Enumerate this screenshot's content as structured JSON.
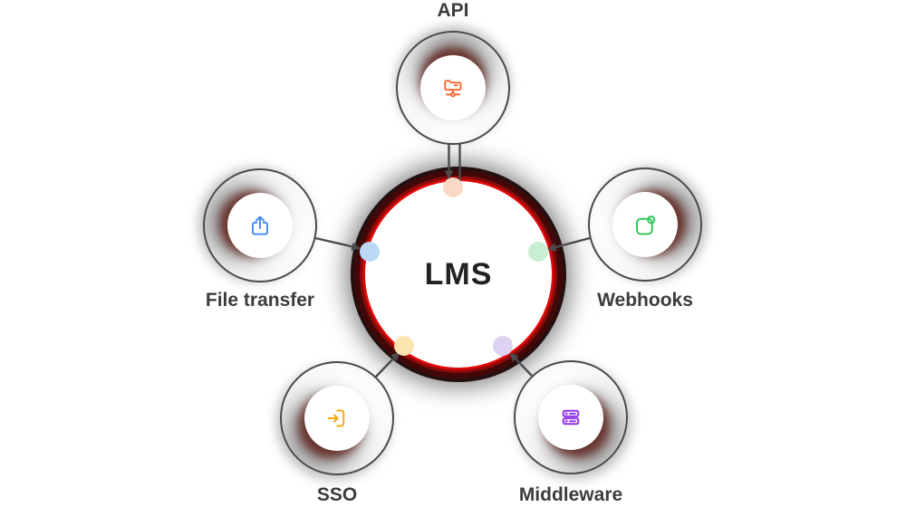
{
  "diagram": {
    "title_context": "LMS integrations diagram",
    "center": {
      "label": "LMS"
    },
    "nodes": [
      {
        "label": "API",
        "icon": "network-folder-icon",
        "icon_color": "#ff6c37",
        "dot_color": "#f9d8c5"
      },
      {
        "label": "Webhooks",
        "icon": "app-notification-icon",
        "icon_color": "#35c75a",
        "dot_color": "#c9efd2"
      },
      {
        "label": "Middleware",
        "icon": "server-stack-icon",
        "icon_color": "#9334e6",
        "dot_color": "#ded2f2"
      },
      {
        "label": "SSO",
        "icon": "sign-in-icon",
        "icon_color": "#f6a80b",
        "dot_color": "#fbe4af"
      },
      {
        "label": "File transfer",
        "icon": "share-upload-icon",
        "icon_color": "#4a8ff2",
        "dot_color": "#bcd8f7"
      }
    ],
    "colors": {
      "ring_bright_red": "#e60808",
      "ring_maroon": "#420808",
      "connector_gray": "#4b4b4b",
      "label_text": "#3c3c3c",
      "node_border": "#4a4a4a",
      "background": "#ffffff"
    }
  }
}
